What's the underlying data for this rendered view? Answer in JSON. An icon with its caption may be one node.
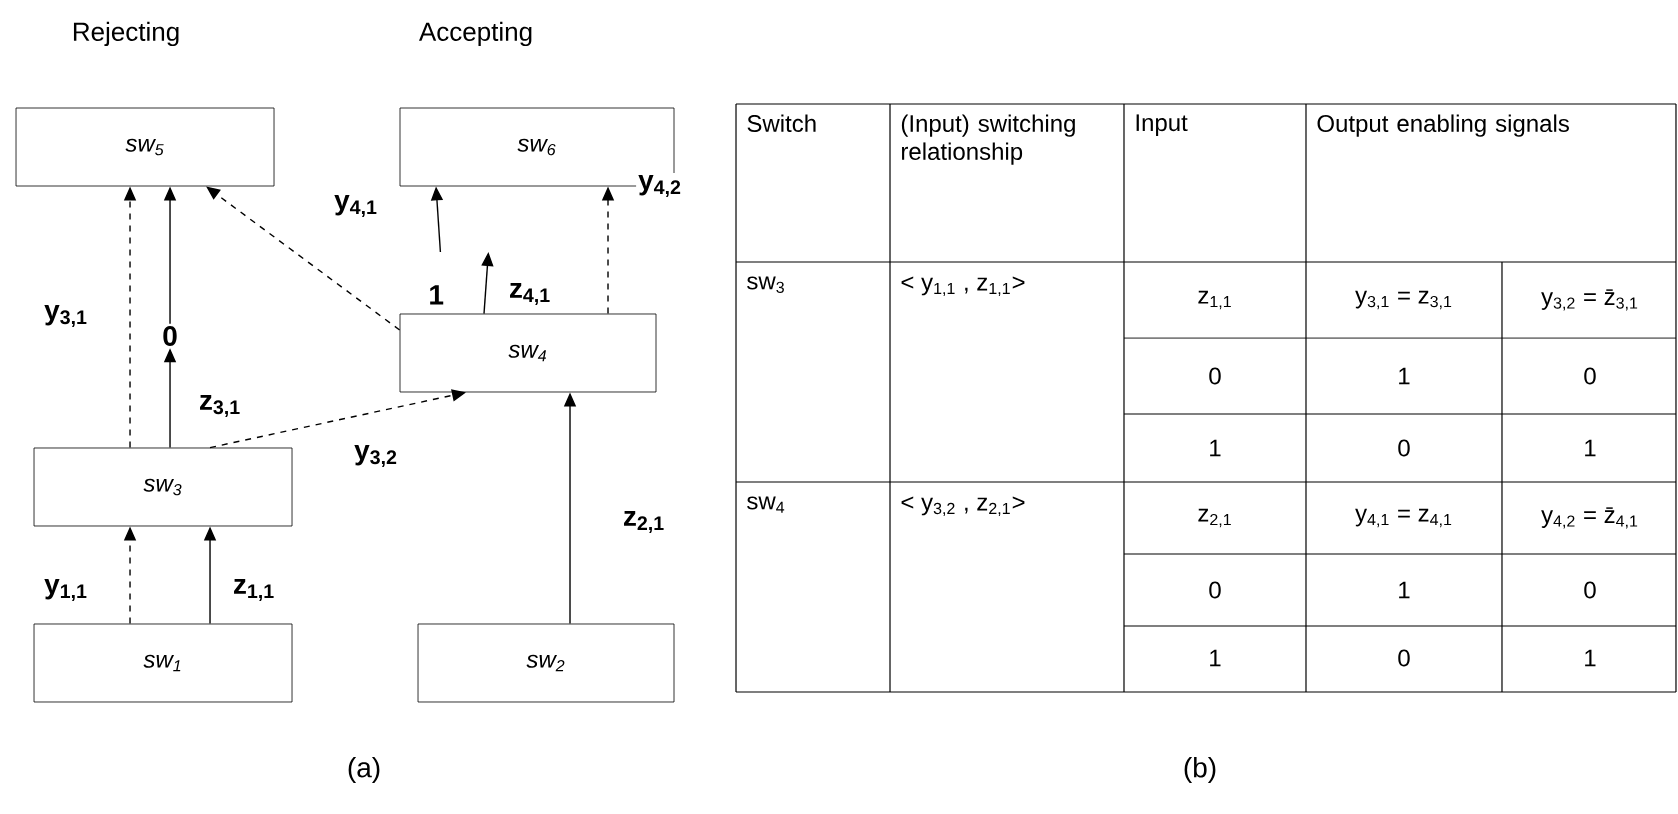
{
  "diagram": {
    "nodes": [
      {
        "text": [
          "sw$_{5}$"
        ]
      },
      {
        "text": [
          "sw$_{6}$"
        ]
      },
      {
        "text": [
          "1"
        ]
      },
      {
        "text": [
          "0"
        ]
      },
      {
        "text": [
          "sw$_{4}$"
        ]
      },
      {
        "text": [
          "sw$_{3}$"
        ]
      },
      {
        "text": [
          "sw$_{1}$"
        ]
      },
      {
        "text": [
          "sw$_{2}$"
        ]
      }
    ],
    "edges": [
      {
        "from": 5,
        "to": 0,
        "arrow": "to",
        "style": "dashed",
        "label": "y$_{3,1}$"
      },
      {
        "from": 3,
        "to": 0,
        "arrow": "to"
      },
      {
        "from": 5,
        "to": 3,
        "arrow": "to",
        "label": "z$_{3,1}$"
      },
      {
        "from": 4,
        "to": 0,
        "arrow": "to",
        "style": "dashed",
        "label": "y$_{4,1}$"
      },
      {
        "from": 2,
        "to": 1,
        "arrow": "to"
      },
      {
        "from": 4,
        "to": 2,
        "arrow": "to",
        "label": "z$_{4,1}$"
      },
      {
        "from": 4,
        "to": 1,
        "arrow": "to",
        "style": "dashed",
        "label": "y$_{4,2}$"
      },
      {
        "from": 5,
        "to": 4,
        "arrow": "to",
        "style": "dashed",
        "label": "y$_{3,2}$"
      },
      {
        "from": 6,
        "to": 5,
        "arrow": "to",
        "style": "dashed",
        "label": "y$_{1,1}$"
      },
      {
        "from": 6,
        "to": 5,
        "arrow": "to",
        "label": "z$_{1,1}$"
      },
      {
        "from": 7,
        "to": 4,
        "arrow": "to",
        "label": "z$_{2,1}$"
      }
    ],
    "labels": [
      "Rejecting",
      "Accepting",
      "Switch",
      "(Input) switching relationship",
      "Input",
      "Output enabling signals",
      "sw$_{3}$",
      "< y$_{1,1}$ , z$_{1,1}$>",
      "z$_{1,1}$",
      "y$_{3,1}$ = z$_{3,1}$",
      "y$_{3,2}$ = z̄$_{3,1}$",
      "0",
      "1",
      "0",
      "1",
      "0",
      "1",
      "sw$_{4}$",
      "< y$_{3,2}$ , z$_{2,1}$>",
      "z$_{2,1}$",
      "y$_{4,1}$ = z$_{4,1}$",
      "y$_{4,2}$ = z̄$_{4,1}$",
      "0",
      "1",
      "0",
      "1",
      "0",
      "1",
      "(a)",
      "(b)"
    ]
  }
}
